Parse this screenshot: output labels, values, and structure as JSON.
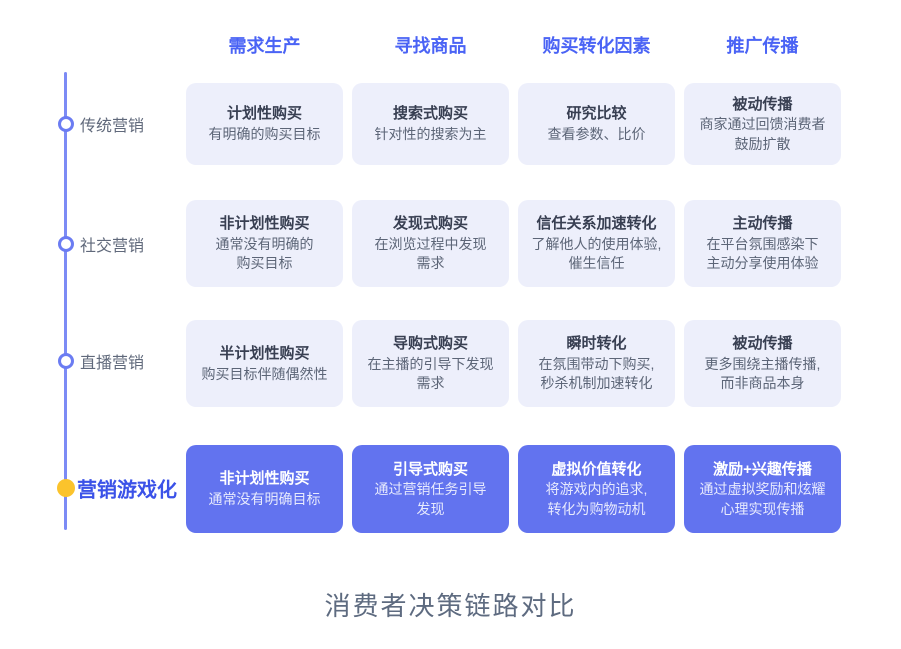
{
  "caption": "消费者决策链路对比",
  "columns": [
    {
      "label": "需求生产"
    },
    {
      "label": "寻找商品"
    },
    {
      "label": "购买转化因素"
    },
    {
      "label": "推广传播"
    }
  ],
  "rows": [
    {
      "label": "传统营销",
      "highlight": false,
      "cards": [
        {
          "title": "计划性购买",
          "body": "有明确的购买目标"
        },
        {
          "title": "搜索式购买",
          "body": "针对性的搜索为主"
        },
        {
          "title": "研究比较",
          "body": "查看参数、比价"
        },
        {
          "title": "被动传播",
          "body": "商家通过回馈消费者\n鼓励扩散"
        }
      ]
    },
    {
      "label": "社交营销",
      "highlight": false,
      "cards": [
        {
          "title": "非计划性购买",
          "body": "通常没有明确的\n购买目标"
        },
        {
          "title": "发现式购买",
          "body": "在浏览过程中发现\n需求"
        },
        {
          "title": "信任关系加速转化",
          "body": "了解他人的使用体验,\n催生信任"
        },
        {
          "title": "主动传播",
          "body": "在平台氛围感染下\n主动分享使用体验"
        }
      ]
    },
    {
      "label": "直播营销",
      "highlight": false,
      "cards": [
        {
          "title": "半计划性购买",
          "body": "购买目标伴随偶然性"
        },
        {
          "title": "导购式购买",
          "body": "在主播的引导下发现\n需求"
        },
        {
          "title": "瞬时转化",
          "body": "在氛围带动下购买,\n秒杀机制加速转化"
        },
        {
          "title": "被动传播",
          "body": "更多围绕主播传播,\n而非商品本身"
        }
      ]
    },
    {
      "label": "营销游戏化",
      "highlight": true,
      "cards": [
        {
          "title": "非计划性购买",
          "body": "通常没有明确目标"
        },
        {
          "title": "引导式购买",
          "body": "通过营销任务引导\n发现"
        },
        {
          "title": "虚拟价值转化",
          "body": "将游戏内的追求,\n转化为购物动机"
        },
        {
          "title": "激励+兴趣传播",
          "body": "通过虚拟奖励和炫耀\n心理实现传播"
        }
      ]
    }
  ],
  "colors": {
    "header_text": "#4A63F5",
    "card_bg_light": "#EDEFFB",
    "card_bg_highlight": "#6273EF",
    "card_title_text": "#383F52",
    "card_body_text": "#5C6577",
    "timeline_line": "#7C8BF5",
    "node_ring": "#6B7CF2",
    "node_highlight_fill": "#FBC32C",
    "row_label_text": "#60697B",
    "row_label_highlight_text": "#3B52E8",
    "caption_text": "#5E6B80"
  }
}
